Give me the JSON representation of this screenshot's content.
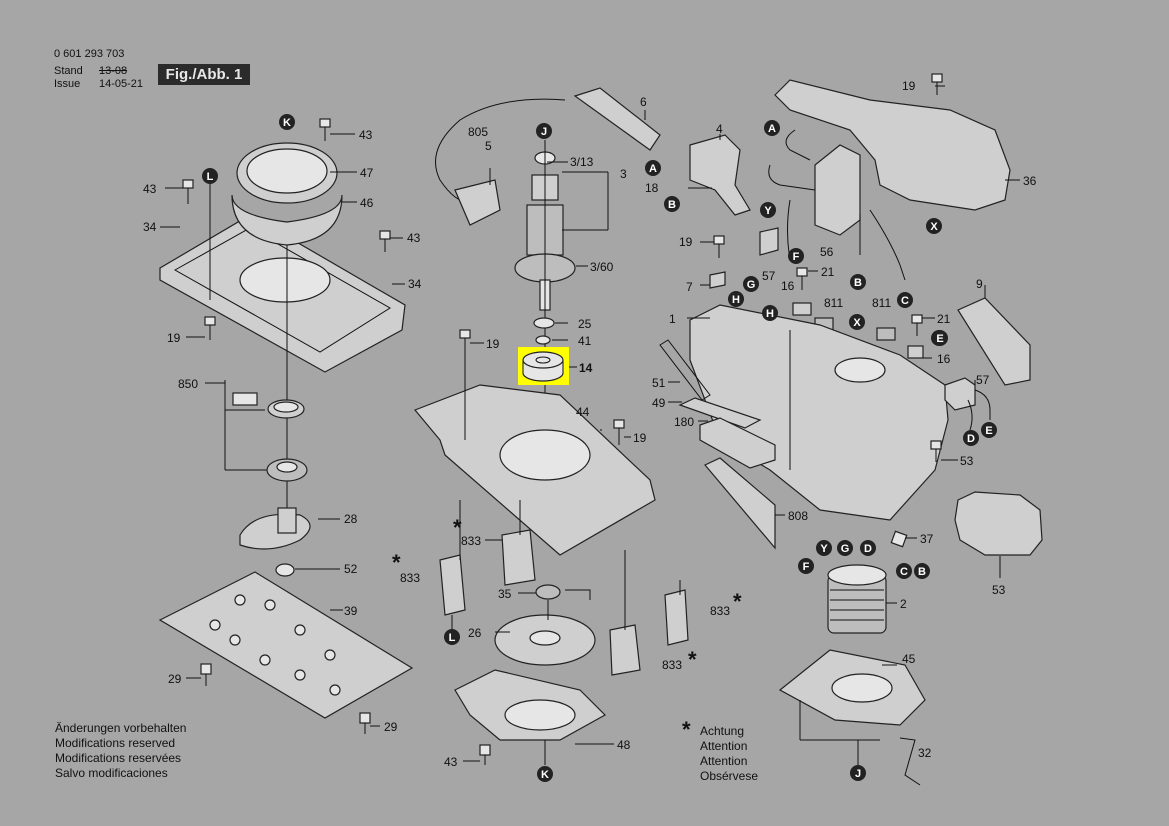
{
  "header": {
    "part_number": "0 601 293 703",
    "stand_label": "Stand",
    "issue_label": "Issue",
    "stand_date": "13-08",
    "issue_date": "14-05-21",
    "figure_label": "Fig./Abb. 1"
  },
  "modifications_notice": [
    "Änderungen vorbehalten",
    "Modifications reserved",
    "Modifications reservées",
    "Salvo modificaciones"
  ],
  "attention_notice": {
    "symbol": "*",
    "lines": [
      "Achtung",
      "Attention",
      "Attention",
      "Obsérvese"
    ]
  },
  "highlighted_part": "14",
  "highlight_color": "#ffff00",
  "connector_letters": [
    "A",
    "B",
    "C",
    "D",
    "E",
    "F",
    "G",
    "H",
    "J",
    "K",
    "L",
    "X",
    "Y"
  ],
  "part_labels": {
    "p6": "6",
    "p805": "805",
    "p5": "5",
    "p4": "4",
    "p3_13": "3/13",
    "p3": "3",
    "p3_60": "3/60",
    "p18": "18",
    "p25": "25",
    "p41": "41",
    "p14": "14",
    "p19a": "19",
    "p19b": "19",
    "p19c": "19",
    "p19d": "19",
    "p19e": "19",
    "p44": "44",
    "p43a": "43",
    "p43b": "43",
    "p43c": "43",
    "p43d": "43",
    "p47": "47",
    "p46": "46",
    "p34a": "34",
    "p34b": "34",
    "p850": "850",
    "p28": "28",
    "p52": "52",
    "p39": "39",
    "p29a": "29",
    "p29b": "29",
    "p833a": "833",
    "p833b": "833",
    "p833c": "833",
    "p833d": "833",
    "p35": "35",
    "p26": "26",
    "p48": "48",
    "p36": "36",
    "p56": "56",
    "p57a": "57",
    "p57b": "57",
    "p21a": "21",
    "p21b": "21",
    "p16a": "16",
    "p16b": "16",
    "p7": "7",
    "p811a": "811",
    "p811b": "811",
    "p9": "9",
    "p1": "1",
    "p51": "51",
    "p49": "49",
    "p180": "180",
    "p808": "808",
    "p53a": "53",
    "p53b": "53",
    "p37": "37",
    "p2": "2",
    "p45": "45",
    "p32": "32"
  },
  "connector_labels": {
    "k_top": "K",
    "k_bot": "K",
    "l_left": "L",
    "l_bot": "L",
    "j_top": "J",
    "j_bot": "J",
    "a1": "A",
    "a2": "A",
    "b1": "B",
    "b2": "B",
    "b3": "B",
    "c1": "C",
    "c2": "C",
    "d1": "D",
    "d2": "D",
    "e1": "E",
    "e2": "E",
    "f1": "F",
    "f2": "F",
    "g1": "G",
    "g2": "G",
    "h1": "H",
    "h2": "H",
    "x1": "X",
    "x2": "X",
    "y1": "Y",
    "y2": "Y"
  }
}
